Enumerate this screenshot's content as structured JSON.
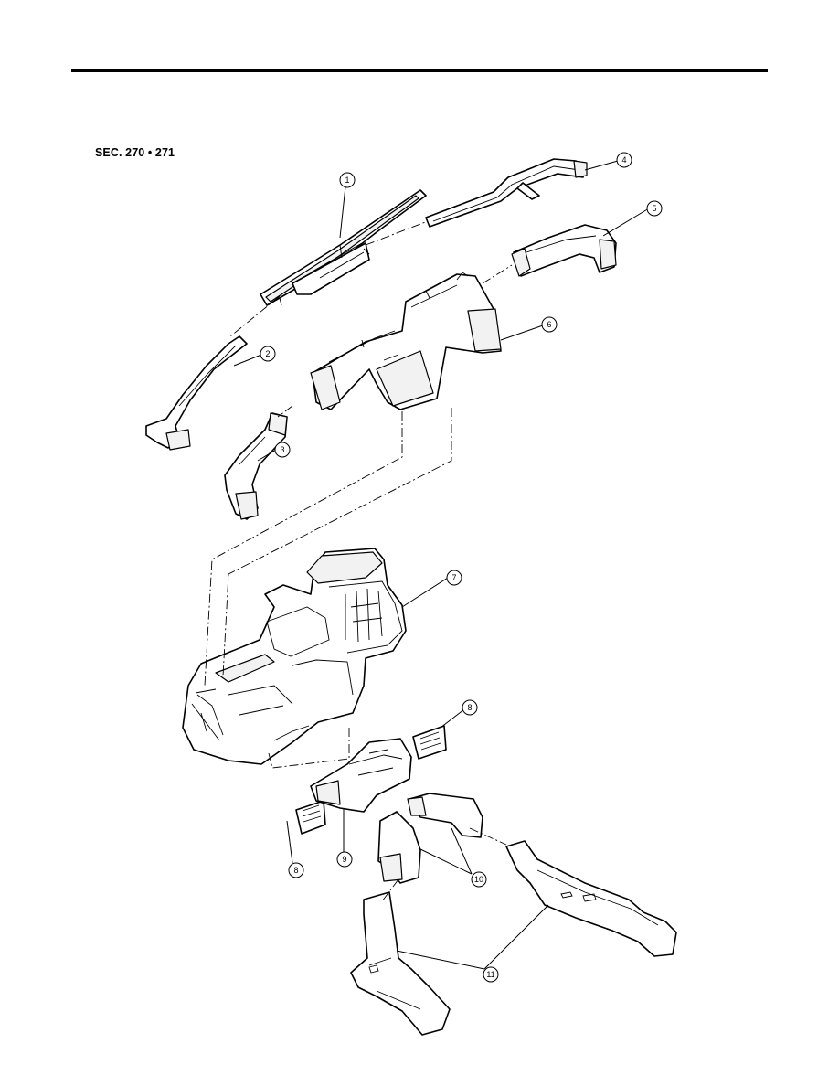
{
  "header": {
    "section_label": "SEC. 270 • 271"
  },
  "callouts": [
    {
      "id": "1",
      "label": "1"
    },
    {
      "id": "2",
      "label": "2"
    },
    {
      "id": "3",
      "label": "3"
    },
    {
      "id": "4",
      "label": "4"
    },
    {
      "id": "5",
      "label": "5"
    },
    {
      "id": "6",
      "label": "6"
    },
    {
      "id": "7",
      "label": "7"
    },
    {
      "id": "8a",
      "label": "8"
    },
    {
      "id": "8b",
      "label": "8"
    },
    {
      "id": "9",
      "label": "9"
    },
    {
      "id": "10",
      "label": "10"
    },
    {
      "id": "11",
      "label": "11"
    }
  ]
}
